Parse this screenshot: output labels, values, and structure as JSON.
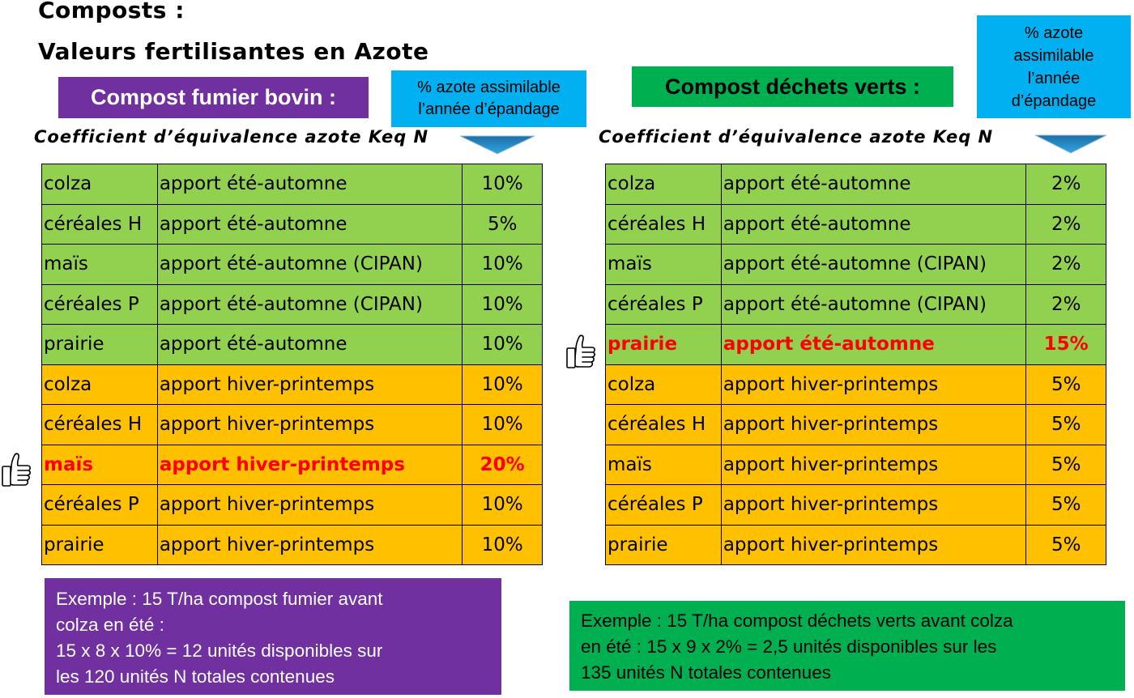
{
  "titles": {
    "line1": "Composts :",
    "line2": "Valeurs fertilisantes en Azote"
  },
  "left": {
    "label": "Compost fumier bovin :",
    "pct_note": [
      "% azote assimilable",
      "l’année d’épandage"
    ],
    "coef": "Coefficient d’équivalence  azote Keq N",
    "rows": [
      {
        "crop": "colza",
        "apport": "apport été-automne",
        "pct": "10%"
      },
      {
        "crop": "céréales H",
        "apport": "apport été-automne",
        "pct": "5%"
      },
      {
        "crop": "maïs",
        "apport": "apport été-automne (CIPAN)",
        "pct": "10%"
      },
      {
        "crop": "céréales P",
        "apport": "apport été-automne (CIPAN)",
        "pct": "10%"
      },
      {
        "crop": "prairie",
        "apport": "apport été-automne",
        "pct": "10%"
      },
      {
        "crop": "colza",
        "apport": "apport hiver-printemps",
        "pct": "10%"
      },
      {
        "crop": "céréales H",
        "apport": "apport hiver-printemps",
        "pct": "10%"
      },
      {
        "crop": "maïs",
        "apport": "apport hiver-printemps",
        "pct": "20%"
      },
      {
        "crop": "céréales P",
        "apport": "apport hiver-printemps",
        "pct": "10%"
      },
      {
        "crop": "prairie",
        "apport": "apport hiver-printemps",
        "pct": "10%"
      }
    ],
    "example": [
      "Exemple : 15 T/ha compost fumier avant",
      "colza en été :",
      " 15 x 8 x 10% = 12 unités disponibles sur",
      "les 120 unités N totales contenues"
    ]
  },
  "right": {
    "label": "Compost déchets verts :",
    "pct_note": [
      "% azote",
      "assimilable",
      "l’année",
      "d’épandage"
    ],
    "coef": "Coefficient d’équivalence  azote Keq N",
    "rows": [
      {
        "crop": "colza",
        "apport": "apport été-automne",
        "pct": "2%"
      },
      {
        "crop": "céréales H",
        "apport": "apport été-automne",
        "pct": "2%"
      },
      {
        "crop": "maïs",
        "apport": "apport été-automne (CIPAN)",
        "pct": "2%"
      },
      {
        "crop": "céréales P",
        "apport": "apport été-automne (CIPAN)",
        "pct": "2%"
      },
      {
        "crop": "prairie",
        "apport": "apport été-automne",
        "pct": "15%"
      },
      {
        "crop": "colza",
        "apport": "apport hiver-printemps",
        "pct": "5%"
      },
      {
        "crop": "céréales H",
        "apport": "apport hiver-printemps",
        "pct": "5%"
      },
      {
        "crop": "maïs",
        "apport": "apport hiver-printemps",
        "pct": "5%"
      },
      {
        "crop": "céréales P",
        "apport": "apport hiver-printemps",
        "pct": "5%"
      },
      {
        "crop": "prairie",
        "apport": "apport hiver-printemps",
        "pct": "5%"
      }
    ],
    "example": [
      "Exemple : 15 T/ha compost déchets verts avant colza",
      "en été : 15 x 9 x 2% = 2,5 unités disponibles sur les",
      "135 unités N totales contenues"
    ]
  },
  "icons": {
    "thumb_left": "thumbs-up-icon",
    "thumb_right": "thumbs-up-icon",
    "arrow": "down-arrow-icon"
  },
  "colors": {
    "purple": "#7030A0",
    "green_label": "#00B050",
    "blue_note": "#00B0F0",
    "row_green": "#92D050",
    "row_orange": "#FFC000",
    "highlight_text": "#FF0000"
  }
}
